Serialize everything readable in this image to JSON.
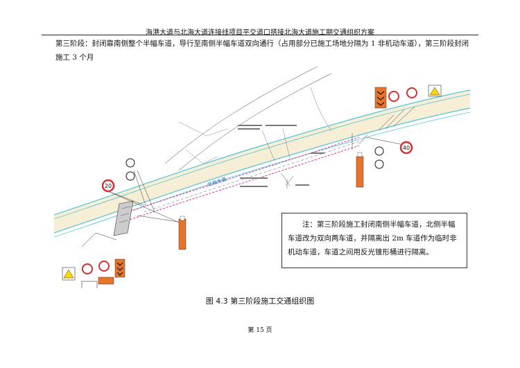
{
  "header": {
    "title": "海港大道与北海大道连接线项目平交道口搭接北海大道施工期交通组织方案"
  },
  "body": {
    "paragraph": "第三阶段：封闭靠南侧整个半幅车道，导行至南侧半幅车道双向通行（占用部分已施工场地分隔为 1 非机动车道），第三阶段封闭施工 3 个月"
  },
  "figure": {
    "road_label": "北海大道",
    "speed_sign_1": "20",
    "speed_sign_2": "40",
    "note": "注：第三阶段施工封闭南侧半幅车道，北侧半幅车道改为双向两车道，并隔离出 2m 车道作为临时非机动车道，车道之间用反光锥形桶进行隔离。"
  },
  "caption": "图 4.3  第三阶段施工交通组织图",
  "footer": {
    "page_number": "第 15 页"
  },
  "colors": {
    "road_edge": "#4fc3d9",
    "pedestrian_lane": "#f3e9c7",
    "closure_line": "#d81b8a",
    "sign_red": "#d32f2f",
    "sign_orange": "#e8742c"
  }
}
